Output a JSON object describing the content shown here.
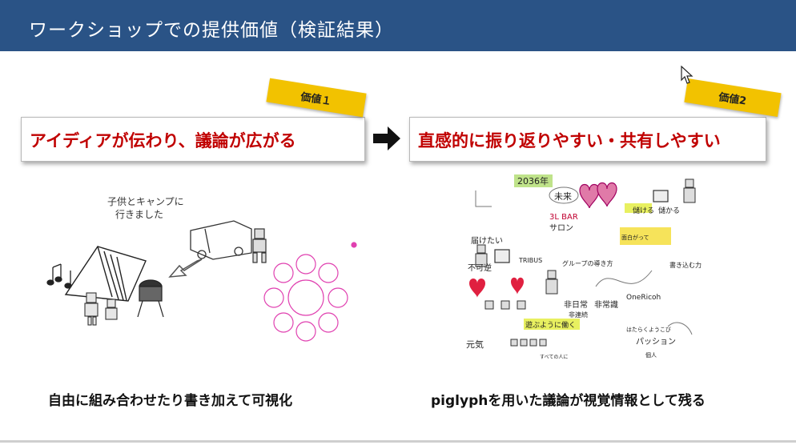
{
  "slide": {
    "title": "ワークショップでの提供価値（検証結果）"
  },
  "value1": {
    "tag": "価値１",
    "heading": "アイディアが伝わり、議論が広がる",
    "caption": "自由に組み合わせたり書き加えて可視化",
    "illustration": {
      "note_line1": "子供とキャンプに",
      "note_line2": "行きました"
    }
  },
  "value2": {
    "tag": "価値2",
    "heading": "直感的に振り返りやすい・共有しやすい",
    "caption": "piglyphを用いた議論が視覚情報として残る",
    "illustration": {
      "labels": [
        "2036年",
        "未来",
        "3L BAR",
        "サロン",
        "儲ける",
        "儲かる",
        "届けたい",
        "不可逆",
        "TRIBUS",
        "グループの導き方",
        "非日常",
        "非常識",
        "非連続",
        "OneRicoh",
        "遊ぶように働く",
        "はたらくようこび",
        "パッション",
        "元気",
        "すべての人に",
        "個人",
        "書き込む力",
        "面白がって"
      ]
    }
  },
  "colors": {
    "title_bar": "#2a5386",
    "heading_red": "#c00000",
    "tag_yellow": "#f2c200",
    "sketch_pink": "#e040b0"
  }
}
